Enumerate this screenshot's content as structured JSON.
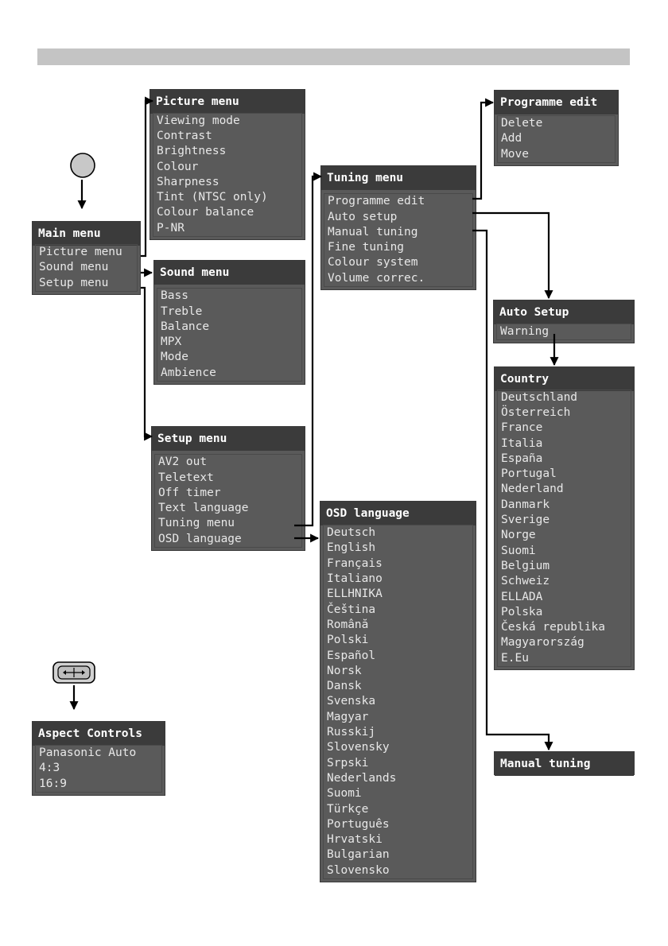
{
  "menus": {
    "main": {
      "title": "Main menu",
      "items": [
        "Picture menu",
        "Sound menu",
        "Setup menu"
      ]
    },
    "picture": {
      "title": "Picture menu",
      "items": [
        "Viewing mode",
        "Contrast",
        "Brightness",
        "Colour",
        "Sharpness",
        "Tint (NTSC only)",
        "Colour balance",
        "P-NR"
      ]
    },
    "sound": {
      "title": "Sound menu",
      "items": [
        "Bass",
        "Treble",
        "Balance",
        "MPX",
        "Mode",
        "Ambience"
      ]
    },
    "setup": {
      "title": "Setup menu",
      "items": [
        "AV2 out",
        "Teletext",
        "Off timer",
        "Text language",
        "Tuning menu",
        "OSD language"
      ]
    },
    "tuning": {
      "title": "Tuning menu",
      "items": [
        "Programme edit",
        "Auto setup",
        "Manual tuning",
        "Fine tuning",
        "Colour system",
        "Volume correc."
      ]
    },
    "programme_edit": {
      "title": "Programme edit",
      "items": [
        "Delete",
        "Add",
        "Move"
      ]
    },
    "auto_setup": {
      "title": "Auto Setup",
      "items": [
        "Warning"
      ]
    },
    "country": {
      "title": "Country",
      "items": [
        "Deutschland",
        "Österreich",
        "France",
        "Italia",
        "España",
        "Portugal",
        "Nederland",
        "Danmark",
        "Sverige",
        "Norge",
        "Suomi",
        "Belgium",
        "Schweiz",
        "ELLADA",
        "Polska",
        "Česká republika",
        "Magyarország",
        "E.Eu"
      ]
    },
    "manual_tuning": {
      "title": "Manual tuning",
      "items": []
    },
    "osd_language": {
      "title": "OSD language",
      "items": [
        "Deutsch",
        "English",
        "Français",
        "Italiano",
        "ELLHNIKA",
        "Čeština",
        "Română",
        "Polski",
        "Español",
        "Norsk",
        "Dansk",
        "Svenska",
        "Magyar",
        "Russkij",
        "Slovensky",
        "Srpski",
        "Nederlands",
        "Suomi",
        "Türkçe",
        "Português",
        "Hrvatski",
        "Bulgarian",
        "Slovensko"
      ]
    },
    "aspect": {
      "title": "Aspect Controls",
      "items": [
        "Panasonic Auto",
        "4:3",
        "16:9"
      ]
    }
  },
  "icons": {
    "menu_button": "round-menu-button-icon",
    "aspect_button": "aspect-button-icon"
  },
  "colors": {
    "menu_body": "#5a5a5a",
    "menu_title": "#3b3b3b",
    "menu_text": "#e8e8e8",
    "connector": "#000000",
    "top_bar": "#c4c4c4"
  }
}
